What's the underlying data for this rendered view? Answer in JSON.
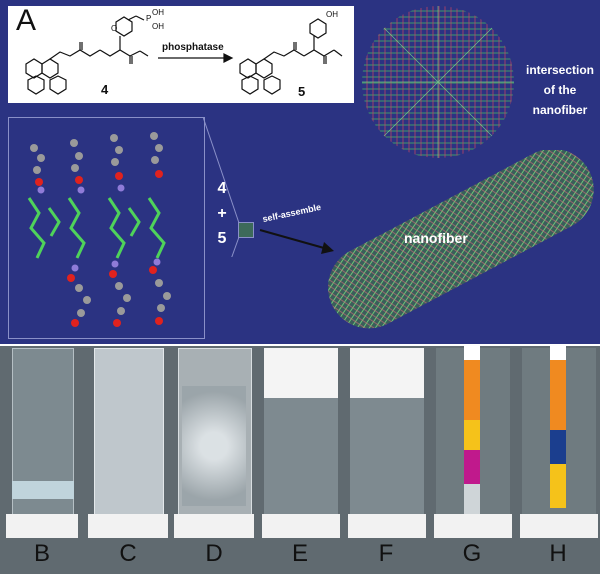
{
  "panel_label": "A",
  "scheme": {
    "compound_start": "4",
    "compound_end": "5",
    "enzyme": "phosphatase",
    "groups": {
      "phosphate_o": "O",
      "p": "P",
      "oh1": "OH",
      "oh2": "OH",
      "hydroxyl": "OH"
    }
  },
  "assembly": {
    "mix_top": "4",
    "mix_plus": "+",
    "mix_bottom": "5",
    "arrow_label": "self-assemble"
  },
  "nanofiber": {
    "intersection_label": "intersection of the nanofiber",
    "fiber_label": "nanofiber"
  },
  "vials": [
    "B",
    "C",
    "D",
    "E",
    "F",
    "G",
    "H"
  ],
  "colors": {
    "background": "#2b3382",
    "strand_green": "#4fd35a",
    "strand_red": "#e0465e",
    "atom_red": "#e0221e",
    "atom_gray": "#9a9a9a",
    "ph_magenta": "#c0198c",
    "ph_yellow": "#f5c21a",
    "ph_orange": "#f08a20",
    "ph_blue": "#1b3e8e"
  }
}
